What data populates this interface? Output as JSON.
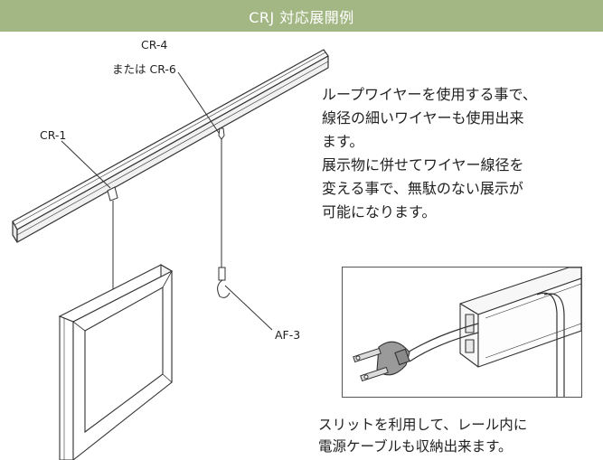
{
  "header": {
    "title": "CRJ 対応展開例"
  },
  "labels": {
    "cr4": "CR-4",
    "cr6": "または CR-6",
    "cr1": "CR-1",
    "af3": "AF-3"
  },
  "description": {
    "lines": [
      "ループワイヤーを使用する事で、",
      "線径の細いワイヤーも使用出来",
      "ます。",
      "展示物に併せてワイヤー線径を",
      "変える事で、無駄のない展示が",
      "可能になります。"
    ]
  },
  "caption": {
    "lines": [
      "スリットを利用して、レール内に",
      "電源ケーブルも収納出来ます。"
    ]
  },
  "colors": {
    "header_bg": "#a3b784",
    "header_text": "#ffffff"
  }
}
